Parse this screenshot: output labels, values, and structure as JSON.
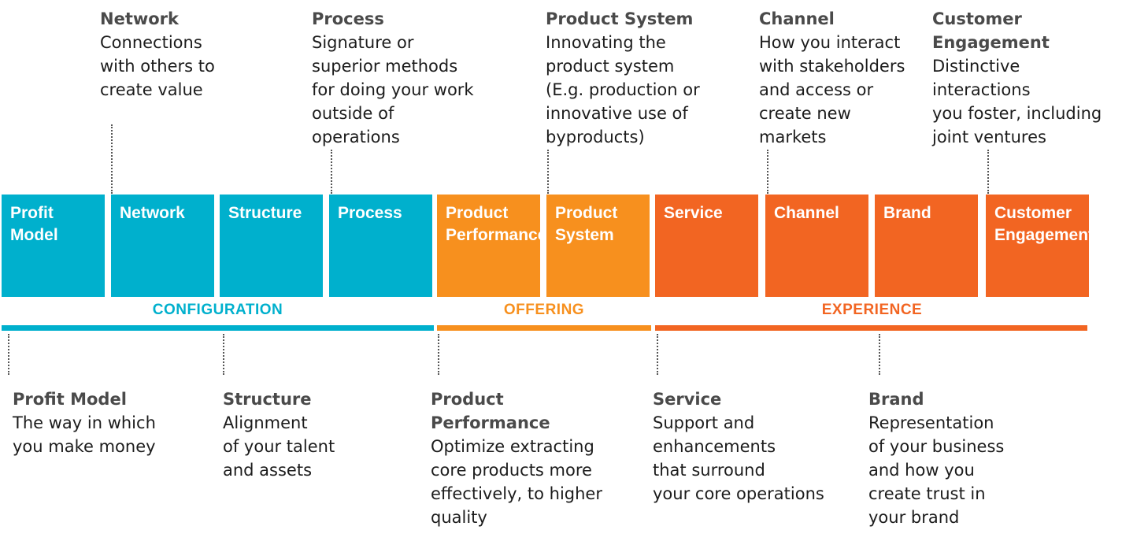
{
  "colors": {
    "configuration": "#00b0cd",
    "offering": "#f7901e",
    "experience": "#f26522"
  },
  "boxes": {
    "profit_model": "Profit\nModel",
    "network": "Network",
    "structure": "Structure",
    "process": "Process",
    "product_performance": "Product\nPerformance",
    "product_system": "Product\nSystem",
    "service": "Service",
    "channel": "Channel",
    "brand": "Brand",
    "customer_engagement": "Customer\nEngagement"
  },
  "categories": {
    "configuration": "CONFIGURATION",
    "offering": "OFFERING",
    "experience": "EXPERIENCE"
  },
  "top_notes": {
    "network": {
      "title": "Network",
      "body": "Connections\nwith others to\ncreate value"
    },
    "process": {
      "title": "Process",
      "body": "Signature  or\nsuperior methods\nfor doing your work\noutside of\noperations"
    },
    "product_system": {
      "title": "Product System",
      "body": "Innovating the\nproduct system\n(E.g. production or\ninnovative use of\nbyproducts)"
    },
    "channel": {
      "title": "Channel",
      "body": "How you interact\nwith stakeholders\nand access or\ncreate new\nmarkets"
    },
    "customer_engagement": {
      "title": "Customer\nEngagement",
      "body": "Distinctive\ninteractions\nyou foster, including\njoint ventures"
    }
  },
  "bottom_notes": {
    "profit_model": {
      "title": "Profit Model",
      "body": "The way in which\nyou make money"
    },
    "structure": {
      "title": "Structure",
      "body": "Alignment\nof your talent\nand assets"
    },
    "product_performance": {
      "title": "Product\nPerformance",
      "body": "Optimize extracting\ncore products more\neffectively, to higher\nquality"
    },
    "service": {
      "title": "Service",
      "body": "Support and\nenhancements\nthat surround\nyour core operations"
    },
    "brand": {
      "title": "Brand",
      "body": "Representation\nof your business\nand how you\ncreate trust in\nyour brand"
    }
  }
}
